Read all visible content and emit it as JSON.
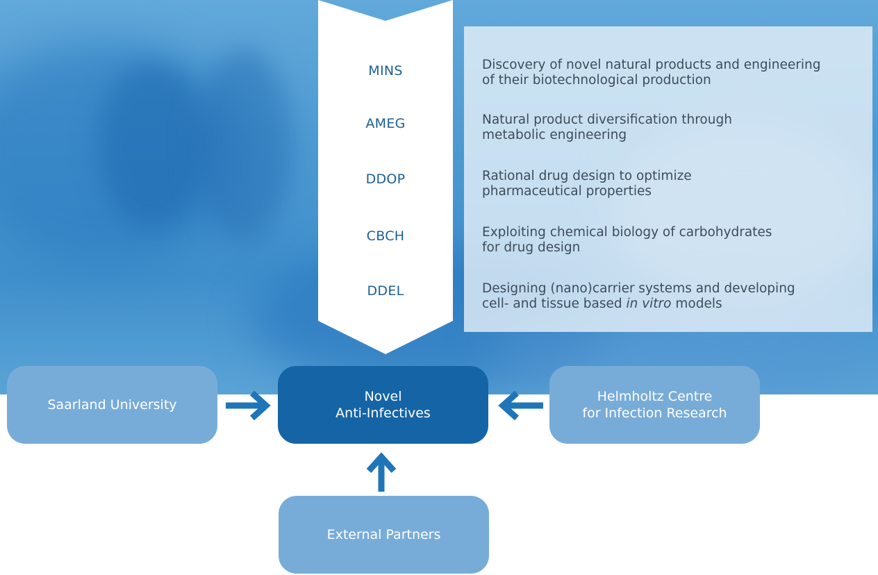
{
  "programs": [
    {
      "code": "MINS",
      "description": "Discovery of novel natural products and engineering of their biotechnological production",
      "line1": "Discovery of novel natural products and engineering",
      "line2": "of their biotechnological production"
    },
    {
      "code": "AMEG",
      "description": "Natural product diversification through metabolic engineering",
      "line1": "Natural product diversification through",
      "line2": "metabolic engineering"
    },
    {
      "code": "DDOP",
      "description": "Rational drug design to optimize pharmaceutical properties",
      "line1": "Rational drug design to optimize",
      "line2": "pharmaceutical properties"
    },
    {
      "code": "CBCH",
      "description": "Exploiting chemical biology of carbohydrates for drug design",
      "line1": "Exploiting chemical biology of carbohydrates",
      "line2": "for drug design"
    },
    {
      "code": "DDEL",
      "line1": "Designing (nano)carrier systems and  developing",
      "line2_pre": "cell- and tissue based ",
      "line2_italic": "in vitro",
      "line2_post": " models"
    }
  ],
  "center": {
    "line1": "Novel",
    "line2": "Anti-Infectives"
  },
  "partners": {
    "left": "Saarland University",
    "right_line1": "Helmholtz Centre",
    "right_line2": "for Infection Research",
    "bottom": "External Partners"
  },
  "colors": {
    "dark_box": "#1565a6",
    "light_box": "#78acd8",
    "code_text": "#1d5f93",
    "arrow": "#1f75b8"
  }
}
